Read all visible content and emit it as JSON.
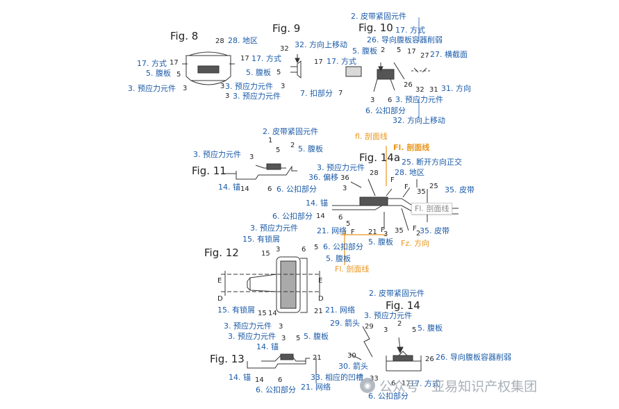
{
  "figures": {
    "fig8": "Fig. 8",
    "fig9": "Fig. 9",
    "fig10": "Fig. 10",
    "fig11": "Fig. 11",
    "fig12": "Fig. 12",
    "fig13": "Fig. 13",
    "fig14": "Fig. 14",
    "fig14a": "Fig. 14a"
  },
  "annotations": {
    "a1": "28. 地区",
    "a2": "17. 方式",
    "a3": "17. 方式",
    "a4": "5. 腹板",
    "a5": "3. 预应力元件",
    "a6": "3. 预应力元件",
    "a7": "3. 预应力元件",
    "a8": "32. 方向上移动",
    "a9": "17. 方式",
    "a10": "5. 腹板",
    "a11": "7. 扣部分",
    "a12": "2. 皮带紧固元件",
    "a13": "17. 方式",
    "a14": "26. 导向腹板容器削弱",
    "a15": "5. 腹板",
    "a16": "27. 横截面",
    "a17": "31. 方向",
    "a18": "3. 预应力元件",
    "a19": "6. 公扣部分",
    "a20": "32. 方向上移动",
    "a21": "2. 皮带紧固元件",
    "a22": "fl. 剖面线",
    "a23": "Fl. 剖面线",
    "a24": "3. 预应力元件",
    "a25": "5. 腹板",
    "a26": "25. 断开方向正交",
    "a27": "3. 预应力元件",
    "a28": "28. 地区",
    "a29": "36. 偏移",
    "a30": "14. 锚",
    "a31": "6. 公扣部分",
    "a32": "35. 皮带",
    "a33": "14. 锚",
    "a34": "Fl. 剖面线",
    "a35": "6. 公扣部分",
    "a36": "21. 网络",
    "a37": "5. 腹板",
    "a38": "Fz. 方向",
    "a39": "35. 皮带",
    "a40": "3. 预应力元件",
    "a41": "15. 有锁屑",
    "a42": "6. 公扣部分",
    "a43": "5. 腹板",
    "a44": "Fl. 剖面线",
    "a45": "15. 有锁屑",
    "a46": "21. 网络",
    "a47": "3. 预应力元件",
    "a48": "3. 预应力元件",
    "a49": "14. 锚",
    "a50": "5. 腹板",
    "a51": "14. 锚",
    "a52": "33. 相应的凹槽",
    "a53": "6. 公扣部分",
    "a54": "21. 网络",
    "a55": "2. 皮带紧固元件",
    "a56": "3. 预应力元件",
    "a57": "29. 箭头",
    "a58": "5. 腹板",
    "a59": "30. 箭头",
    "a60": "26. 导向腹板容器削弱",
    "a61": "17. 方式",
    "a62": "6. 公扣部分"
  },
  "numbers": {
    "n1": "28",
    "n2": "17",
    "n3": "17",
    "n4": "5",
    "n5": "3",
    "n6": "3",
    "n7": "3",
    "n8": "32",
    "n9": "17",
    "n10": "5",
    "n11": "3",
    "n12": "7",
    "n13": "2",
    "n14": "5",
    "n15": "17",
    "n16": "27",
    "n17": "26",
    "n18": "32",
    "n19": "31",
    "n20": "3",
    "n21": "6",
    "n22": "1",
    "n23": "2",
    "n24": "3",
    "n25": "5",
    "n26": "14",
    "n27": "6",
    "n28": "36",
    "n29": "28",
    "n30": "3",
    "n31": "F",
    "n32": "F",
    "n33": "25",
    "n34": "35",
    "n35": "14",
    "n36": "6",
    "n37": "5",
    "n38": "21",
    "n39": "F",
    "n40": "F",
    "n41": "3",
    "n42": "35",
    "n43": "F",
    "n44": "2",
    "n45": "3",
    "n46": "6",
    "n47": "5",
    "n48": "15",
    "n49": "E",
    "n50": "E",
    "n51": "D",
    "n52": "D",
    "n53": "15",
    "n54": "14",
    "n55": "21",
    "n56": "3",
    "n57": "3",
    "n58": "5",
    "n59": "21",
    "n60": "14",
    "n61": "6",
    "n62": "29",
    "n63": "3",
    "n64": "2",
    "n65": "5",
    "n66": "30",
    "n67": "33",
    "n68": "6",
    "n69": "17",
    "n70": "26"
  },
  "watermark": {
    "icon": "wechat-icon",
    "text": "公众号 · 亚易知识产权集团"
  }
}
